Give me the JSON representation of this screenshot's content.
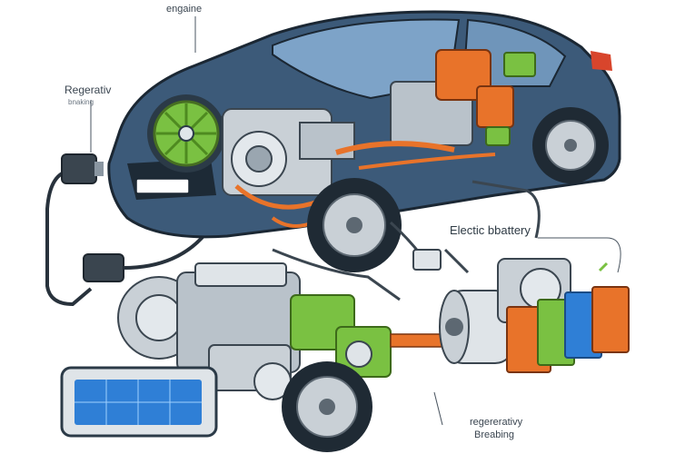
{
  "labels": {
    "engine": "engaine",
    "regen_top": "Regerativ",
    "regen_top_sub": "bnaking",
    "battery": "Electic bbattery",
    "regen_bottom": "regererativy",
    "regen_bottom_sub": "Breabing"
  },
  "colors": {
    "car_body": "#3c5a79",
    "car_dark": "#223448",
    "accent_green": "#7ac142",
    "accent_orange": "#e8732a",
    "accent_blue": "#2f7fd6",
    "metal": "#c9d0d6"
  }
}
